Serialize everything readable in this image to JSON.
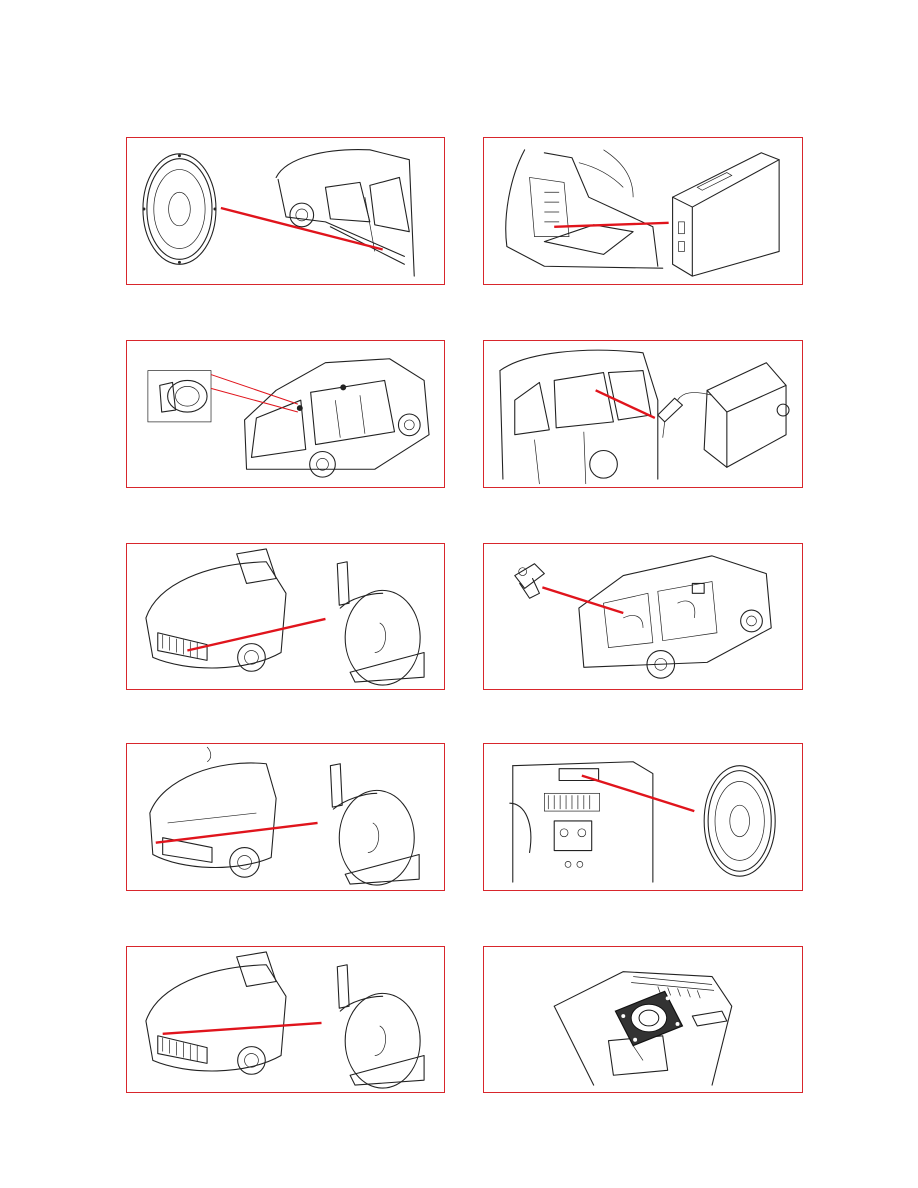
{
  "page": {
    "background": "#ffffff",
    "accent": "#d8262c"
  },
  "panels": [
    {
      "id": "p1",
      "icon": "door-speaker-illustration"
    },
    {
      "id": "p2",
      "icon": "trunk-amplifier-illustration"
    },
    {
      "id": "p3",
      "icon": "roof-tweeter-illustration"
    },
    {
      "id": "p4",
      "icon": "antenna-module-illustration"
    },
    {
      "id": "p5",
      "icon": "front-horn-illustration"
    },
    {
      "id": "p6",
      "icon": "interior-sensor-illustration"
    },
    {
      "id": "p7",
      "icon": "front-horn-illustration"
    },
    {
      "id": "p8",
      "icon": "dashboard-center-speaker-illustration"
    },
    {
      "id": "p9",
      "icon": "front-horn-illustration"
    },
    {
      "id": "p10",
      "icon": "dash-speaker-mount-illustration"
    }
  ]
}
